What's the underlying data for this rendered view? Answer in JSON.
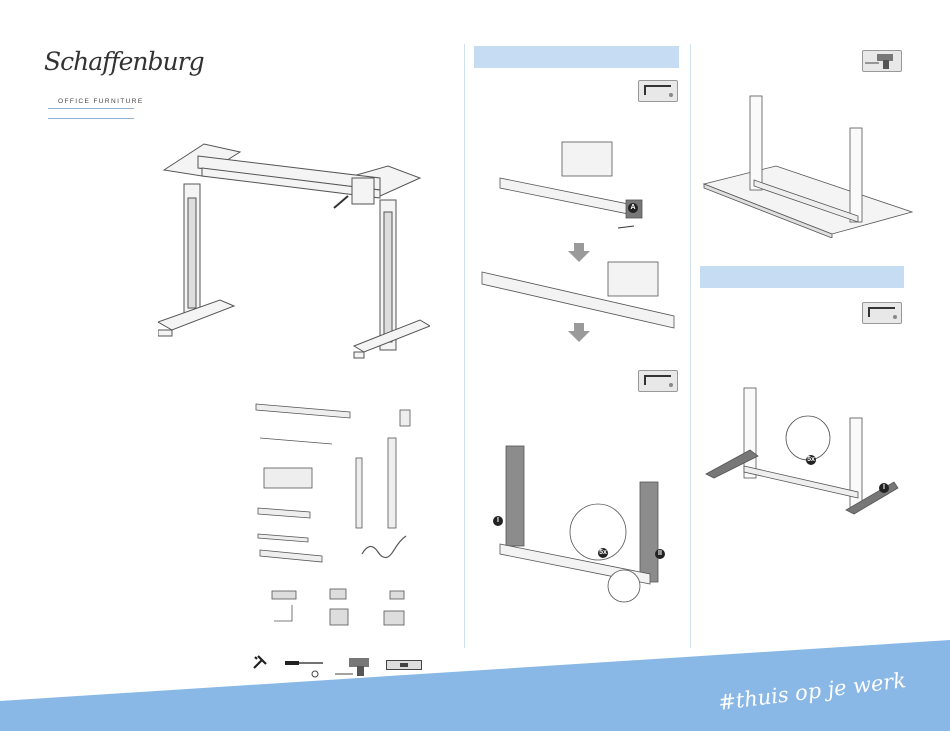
{
  "brand": {
    "name": "Schaffenburg",
    "subtitle": "OFFICE FURNITURE"
  },
  "tagline": "#thuis op je werk",
  "steps": {
    "s1_badge": "A",
    "s2_badges": [
      "I",
      "II",
      "5x"
    ],
    "s3_badges": [
      "I",
      "5x"
    ]
  },
  "icons": {
    "hex_key": "allen-key-icon",
    "drill": "drill-icon",
    "toolbar": [
      "tools-icon",
      "screwdriver-icon",
      "drill-icon",
      "level-icon"
    ]
  },
  "colors": {
    "accent": "#8ab8e6",
    "step_bar": "#c6dcf3",
    "rule": "#8fb3dc"
  }
}
